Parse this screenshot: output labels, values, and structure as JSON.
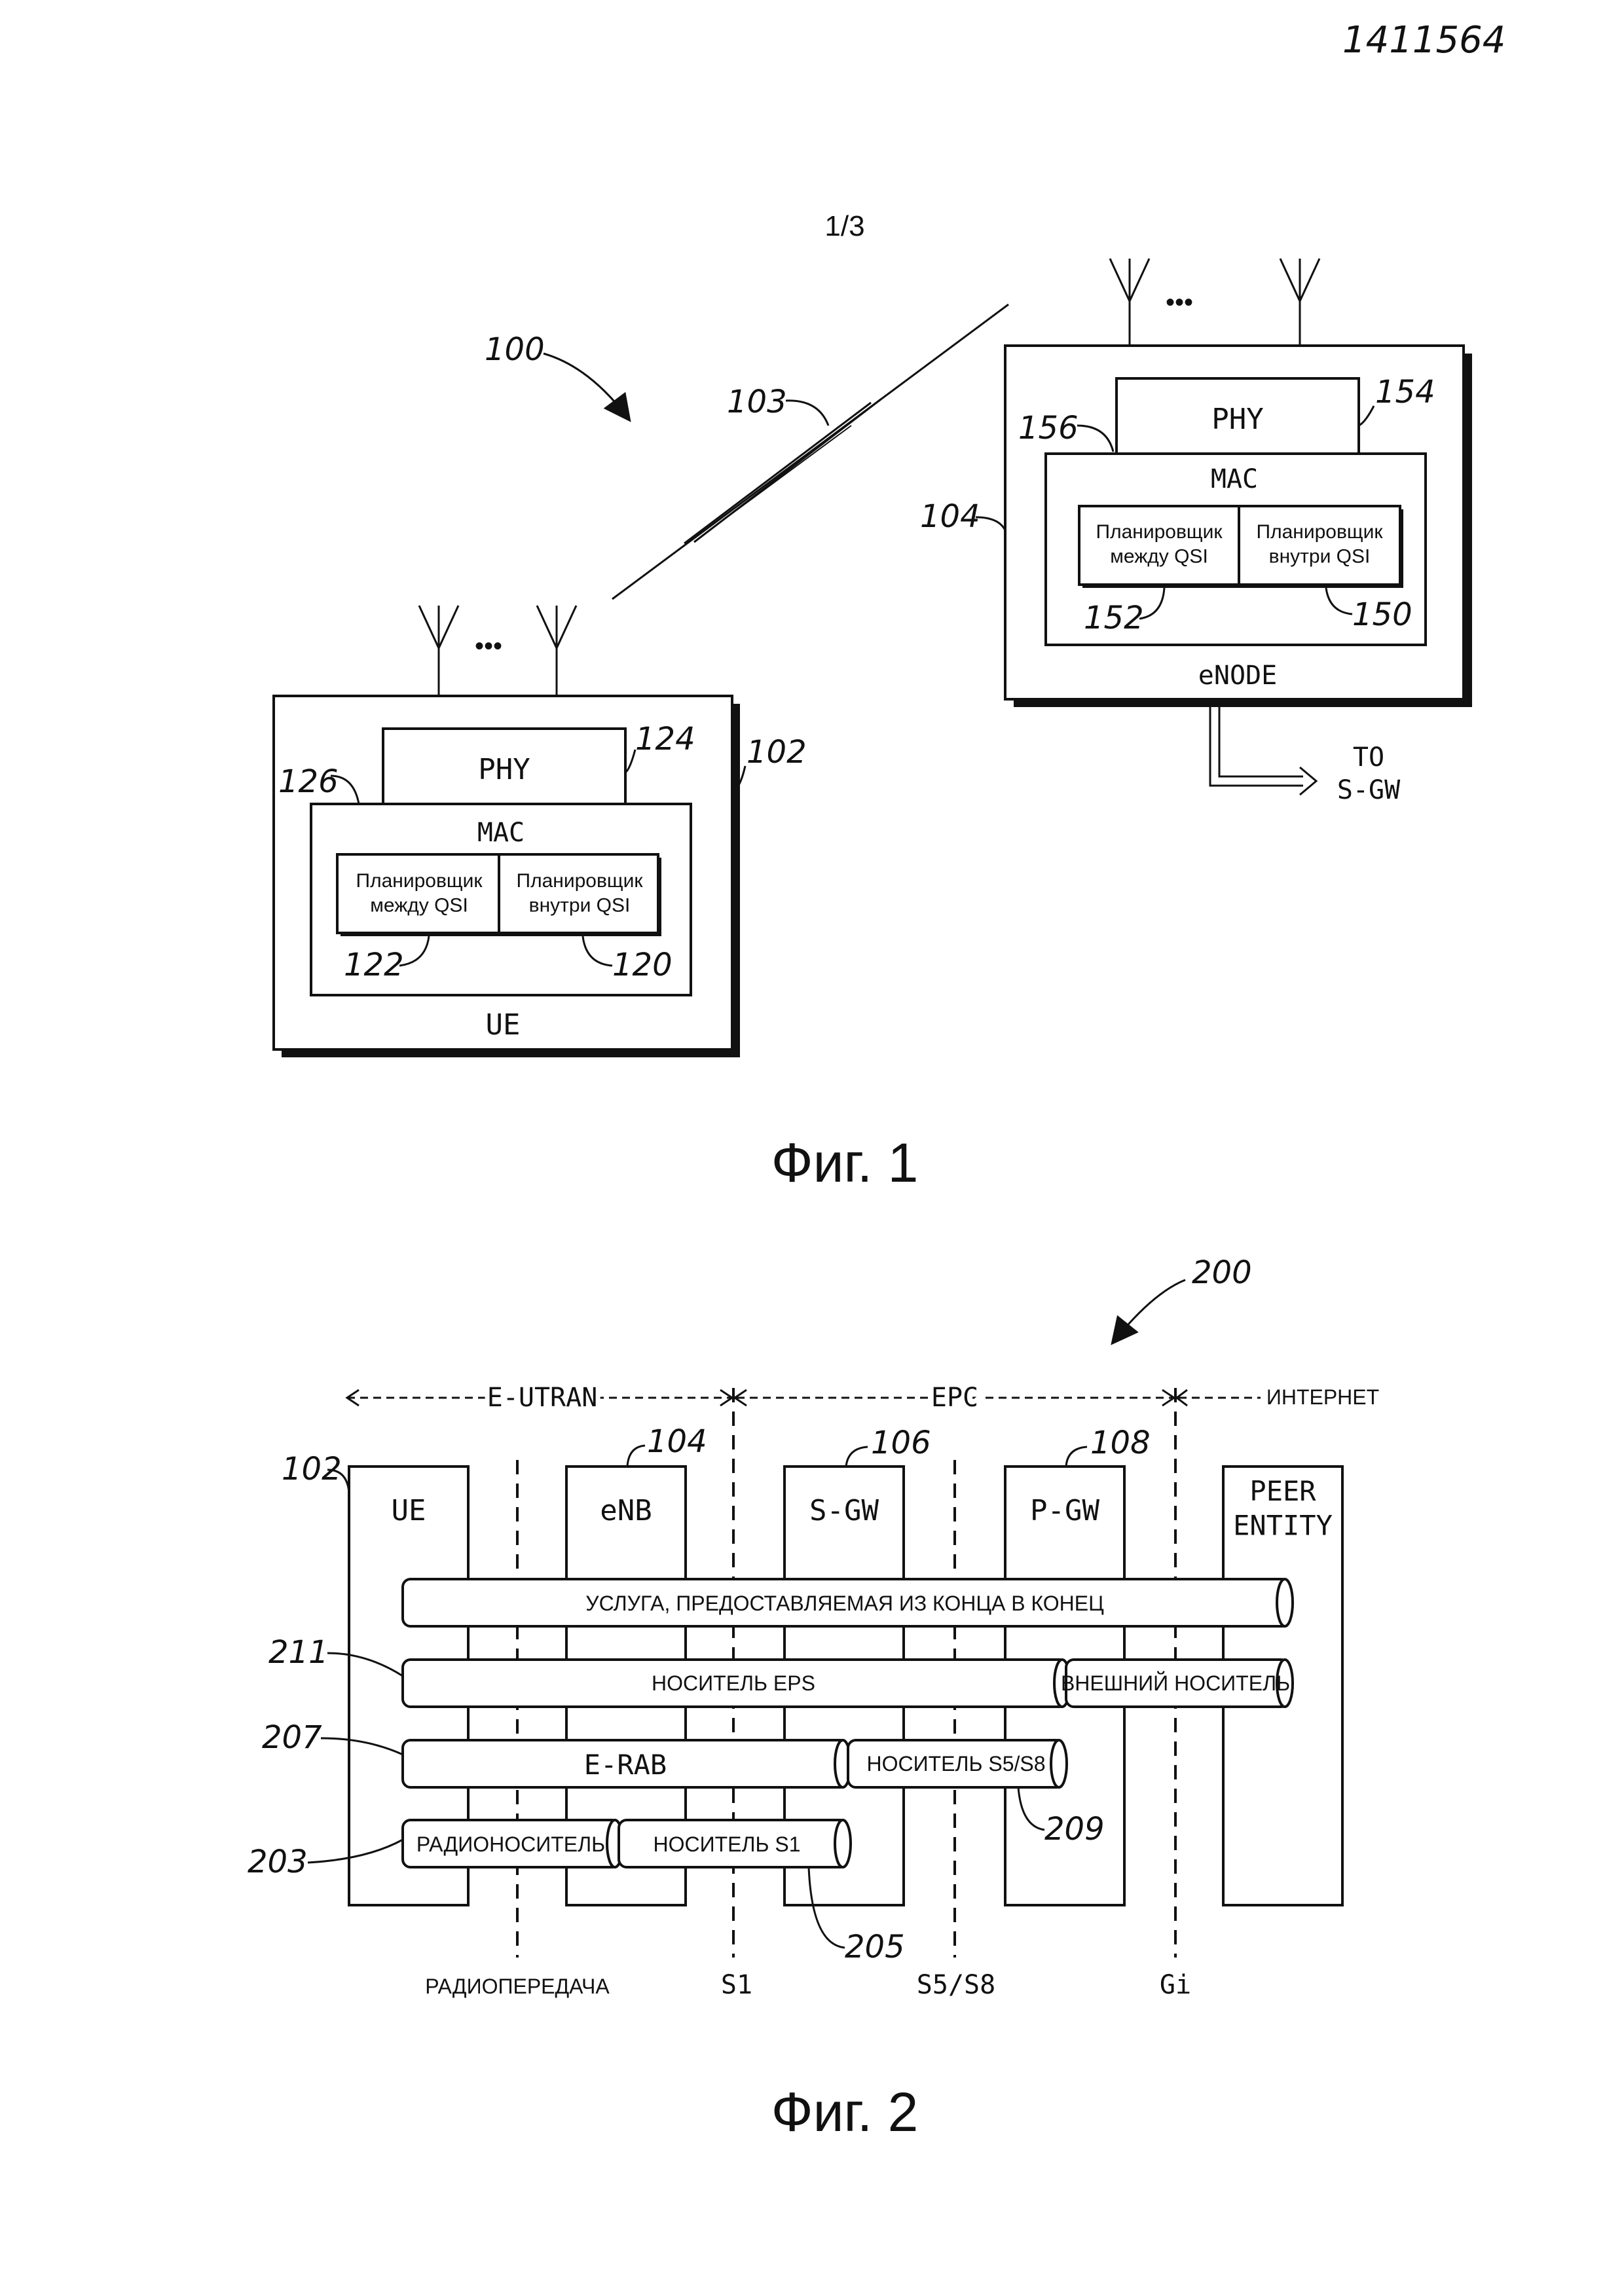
{
  "doc_number": "1411564",
  "sheet": "1/3",
  "fig1": {
    "caption": "Фиг. 1",
    "ref_system": "100",
    "ref_link": "103",
    "ue": {
      "ref": "102",
      "label": "UE",
      "phy": "PHY",
      "ref_phy": "124",
      "mac": "MAC",
      "ref_mac": "126",
      "inter": "Планировщик между QSI",
      "ref_inter": "122",
      "intra": "Планировщик внутри QSI",
      "ref_intra": "120",
      "dots": "•••"
    },
    "enode": {
      "ref": "104",
      "label": "eNODE",
      "phy": "PHY",
      "ref_phy": "154",
      "mac": "MAC",
      "ref_mac": "156",
      "inter": "Планировщик между QSI",
      "ref_inter": "152",
      "intra": "Планировщик внутри QSI",
      "ref_intra": "150",
      "dots": "•••",
      "out_label": "TO S-GW"
    }
  },
  "fig2": {
    "caption": "Фиг. 2",
    "ref_system": "200",
    "domains": [
      "E-UTRAN",
      "EPC",
      "ИНТЕРНЕТ"
    ],
    "nodes": [
      {
        "label": "UE",
        "ref": "102"
      },
      {
        "label": "eNB",
        "ref": "104"
      },
      {
        "label": "S-GW",
        "ref": "106"
      },
      {
        "label": "P-GW",
        "ref": "108"
      },
      {
        "label": "PEER ENTITY",
        "ref": ""
      }
    ],
    "interfaces": [
      "РАДИОПЕРЕДАЧА",
      "S1",
      "S5/S8",
      "Gi"
    ],
    "bearers": {
      "end_to_end": "УСЛУГА, ПРЕДОСТАВЛЯЕМАЯ ИЗ КОНЦА В КОНЕЦ",
      "eps": "НОСИТЕЛЬ EPS",
      "ref_eps": "211",
      "external": "ВНЕШНИЙ НОСИТЕЛЬ",
      "erab": "E-RAB",
      "ref_erab": "207",
      "s5s8": "НОСИТЕЛЬ S5/S8",
      "ref_s5s8": "209",
      "radio": "РАДИОНОСИТЕЛЬ",
      "ref_radio": "203",
      "s1": "НОСИТЕЛЬ S1",
      "ref_s1": "205"
    }
  }
}
